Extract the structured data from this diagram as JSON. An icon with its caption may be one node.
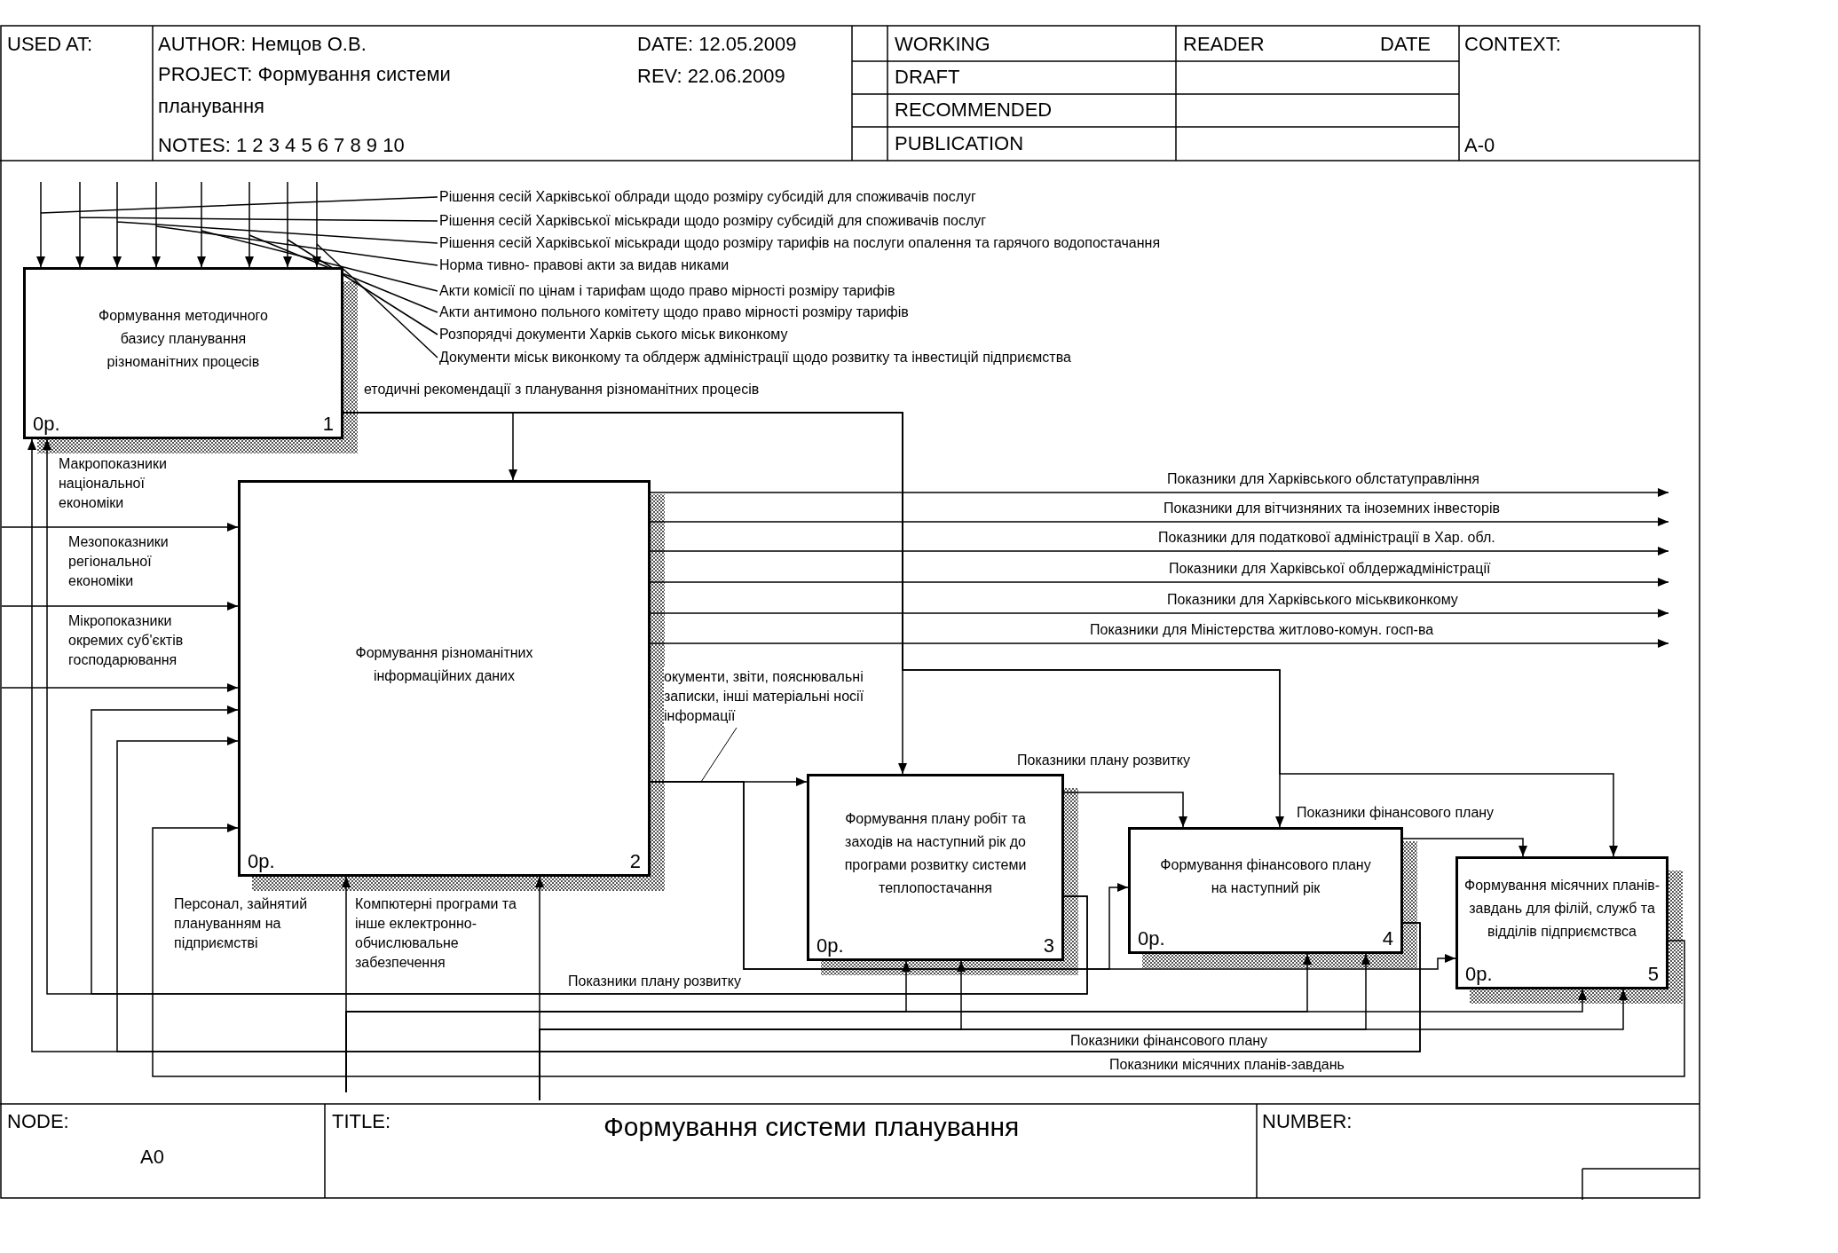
{
  "diagram": {
    "title": "Формування системи планування",
    "nodes": [
      {
        "text": [
          "Формування методичного базису планування різноманітних процесів",
          "0р.",
          "1"
        ]
      },
      {
        "text": [
          "Формування різноманітних інформаційних даних",
          "0р.",
          "2"
        ]
      },
      {
        "text": [
          "Формування плану робіт та заходів на наступний рік до програми розвитку системи теплопостачання",
          "0р.",
          "3"
        ]
      },
      {
        "text": [
          "Формування фінансового плану на наступний рік",
          "0р.",
          "4"
        ]
      },
      {
        "text": [
          "Формування місячних планів-завдань для філій, служб та відділів підприємствса",
          "0р.",
          "5"
        ]
      }
    ],
    "edges": [
      {
        "from": null,
        "to": 0,
        "arrow": "to",
        "label": "Рішення сесій Харківської облради щодо розміру субсидій для споживачів послуг"
      },
      {
        "from": null,
        "to": 0,
        "arrow": "to",
        "label": "Рішення сесій Харківської міськради щодо розміру субсидій для споживачів послуг"
      },
      {
        "from": null,
        "to": 0,
        "arrow": "to",
        "label": "Рішення сесій Харківської міськради щодо розміру тарифів на послуги опалення та гарячого водопостачання"
      },
      {
        "from": null,
        "to": 0,
        "arrow": "to",
        "label": "Норма тивно- правові акти за видав никами"
      },
      {
        "from": null,
        "to": 0,
        "arrow": "to",
        "label": "Акти комісії по цінам і тарифам щодо право мірності розміру тарифів"
      },
      {
        "from": null,
        "to": 0,
        "arrow": "to",
        "label": "Акти антимоно польного комітету щодо право мірності розміру тарифів"
      },
      {
        "from": null,
        "to": 0,
        "arrow": "to",
        "label": "Розпорядчі документи Харків ського міськ виконкому"
      },
      {
        "from": null,
        "to": 0,
        "arrow": "to",
        "label": "Документи міськ виконкому та облдерж адміністрації щодо розвитку та інвестицій підприємства"
      },
      {
        "from": 0,
        "to": 1,
        "arrow": "to",
        "label": "етодичні рекомендації з планування різноманітних процесів"
      },
      {
        "from": 0,
        "to": 2,
        "arrow": "to"
      },
      {
        "from": 0,
        "to": 3,
        "arrow": "to"
      },
      {
        "from": 0,
        "to": 4,
        "arrow": "to"
      },
      {
        "from": 1,
        "to": null,
        "arrow": "to",
        "label": "Показники для Харківського облстатуправління"
      },
      {
        "from": 1,
        "to": null,
        "arrow": "to",
        "label": "Показники для вітчизняних та іноземних інвесторів"
      },
      {
        "from": 1,
        "to": null,
        "arrow": "to",
        "label": "Показники для податкової адміністрації в Хар. обл."
      },
      {
        "from": 1,
        "to": null,
        "arrow": "to",
        "label": "Показники для Харківської облдержадміністрації"
      },
      {
        "from": 1,
        "to": null,
        "arrow": "to",
        "label": "Показники для Харківського міськвиконкому"
      },
      {
        "from": 1,
        "to": null,
        "arrow": "to",
        "label": "Показники для Міністерства житлово-комун. госп-ва"
      },
      {
        "from": null,
        "to": 1,
        "arrow": "to",
        "label": "Макропоказники національної економіки"
      },
      {
        "from": null,
        "to": 1,
        "arrow": "to",
        "label": "Мезопоказники регіональної економіки"
      },
      {
        "from": null,
        "to": 1,
        "arrow": "to",
        "label": "Мікропоказники окремих суб'єктів господарювання"
      },
      {
        "from": 1,
        "to": 2,
        "arrow": "to",
        "label": "окументи, звіти, пояснювальні записки, інші матеріальні носії інформації"
      },
      {
        "from": 1,
        "to": 3,
        "arrow": "to"
      },
      {
        "from": 1,
        "to": 4,
        "arrow": "to"
      },
      {
        "from": 2,
        "to": 3,
        "arrow": "to",
        "label": "Показники плану розвитку"
      },
      {
        "from": 3,
        "to": 4,
        "arrow": "to",
        "label": "Показники фінансового плану"
      },
      {
        "from": 2,
        "to": 0,
        "arrow": "to",
        "label": "Показники плану розвитку"
      },
      {
        "from": 2,
        "to": 1,
        "arrow": "to"
      },
      {
        "from": 3,
        "to": 0,
        "arrow": "to",
        "label": "Показники фінансового плану"
      },
      {
        "from": 3,
        "to": 1,
        "arrow": "to"
      },
      {
        "from": 4,
        "to": 1,
        "arrow": "to",
        "label": "Показники місячних планів-завдань"
      },
      {
        "from": null,
        "to": 1,
        "arrow": "to",
        "label": "Персонал, зайнятий плануванням на підприємстві"
      },
      {
        "from": null,
        "to": 2,
        "arrow": "to"
      },
      {
        "from": null,
        "to": 3,
        "arrow": "to"
      },
      {
        "from": null,
        "to": 4,
        "arrow": "to"
      },
      {
        "from": null,
        "to": 1,
        "arrow": "to",
        "label": "Компютерні програми та інше еклектронно-обчислювальне забезпечення"
      },
      {
        "from": null,
        "to": 2,
        "arrow": "to"
      },
      {
        "from": null,
        "to": 3,
        "arrow": "to"
      },
      {
        "from": null,
        "to": 4,
        "arrow": "to"
      }
    ],
    "labels": [
      "USED AT:",
      "AUTHOR: Немцов О.В.",
      "DATE: 12.05.2009",
      "PROJECT: Формування системи планування",
      "REV: 22.06.2009",
      "NOTES: 1 2 3 4 5 6 7 8 9 10",
      "WORKING",
      "READER",
      "DATE",
      "CONTEXT:",
      "DRAFT",
      "RECOMMENDED",
      "PUBLICATION",
      "A-0",
      "NODE:",
      "A0",
      "TITLE:",
      "NUMBER:"
    ]
  }
}
